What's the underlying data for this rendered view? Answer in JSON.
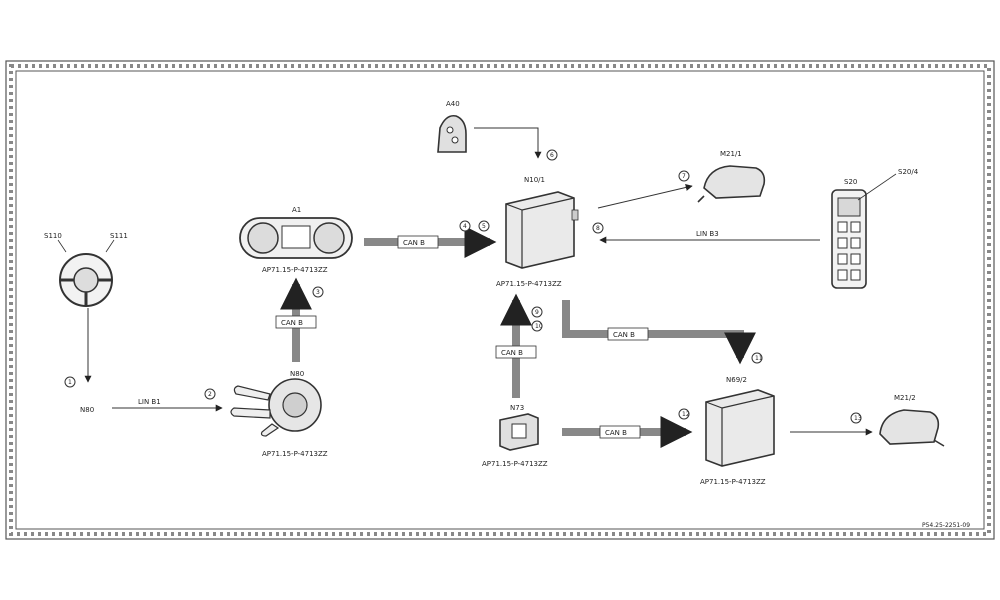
{
  "components": {
    "steering_wheel": {
      "left_label": "S110",
      "right_label": "S111"
    },
    "steering_module_label": "N80",
    "column_switch": {
      "label": "N80",
      "code": "AP71.15-P-4713ZZ"
    },
    "instrument_cluster": {
      "label": "A1",
      "code": "AP71.15-P-4713ZZ"
    },
    "key": {
      "label": "A40"
    },
    "sam_front": {
      "label": "N10/1",
      "code": "AP71.15-P-4713ZZ"
    },
    "mirror_left": {
      "label": "M21/1"
    },
    "door_switch": {
      "label": "S20",
      "extra_label": "S20/4"
    },
    "sam_rear": {
      "label": "N69/2",
      "code": "AP71.15-P-4713ZZ"
    },
    "ezs_module": {
      "label": "N73",
      "code": "AP71.15-P-4713ZZ"
    },
    "mirror_right": {
      "label": "M21/2"
    }
  },
  "buses": {
    "lin_steering": "LIN B1",
    "can_cluster_vert": "CAN B",
    "can_cluster_sam": "CAN B",
    "lin_door": "LIN B3",
    "can_ezs_vert": "CAN B",
    "can_sam_rear": "CAN B",
    "can_ezs_rear": "CAN B"
  },
  "step_numbers": {
    "s1": "1",
    "s2": "2",
    "s3": "3",
    "s4": "4",
    "s5": "5",
    "s6": "6",
    "s7": "7",
    "s8": "8",
    "s9": "9",
    "s10": "10",
    "s11": "11",
    "s12": "12",
    "s13": "13"
  },
  "footer_code": "P54.25-2251-09"
}
